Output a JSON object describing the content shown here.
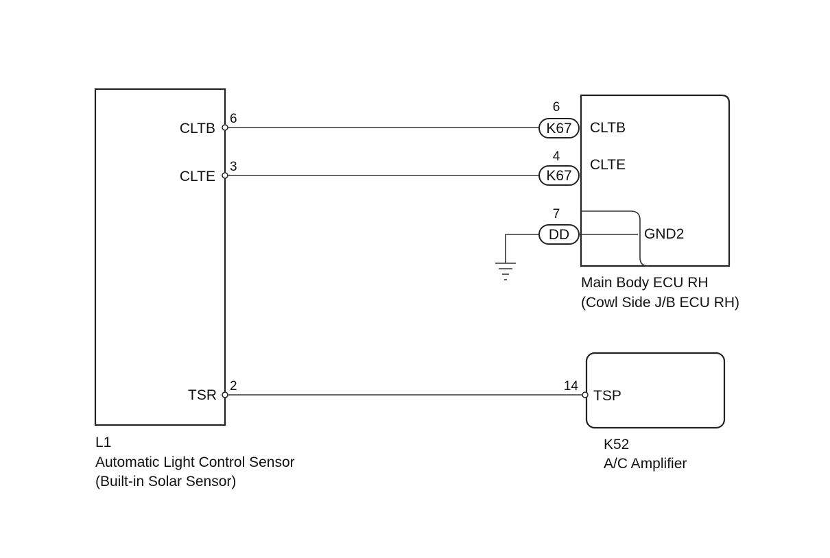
{
  "sensor": {
    "ref": "L1",
    "name": "Automatic Light Control Sensor",
    "sub": "(Built-in Solar Sensor)",
    "pins": [
      {
        "label": "CLTB",
        "num": "6"
      },
      {
        "label": "CLTE",
        "num": "3"
      },
      {
        "label": "TSR",
        "num": "2"
      }
    ]
  },
  "ecu": {
    "name": "Main Body ECU RH",
    "sub": "(Cowl Side J/B ECU RH)",
    "pins": [
      {
        "label": "CLTB",
        "num": "6",
        "connector": "K67"
      },
      {
        "label": "CLTE",
        "num": "4",
        "connector": "K67"
      },
      {
        "label": "GND2",
        "num": "7",
        "connector": "DD"
      }
    ]
  },
  "amplifier": {
    "ref": "K52",
    "name": "A/C Amplifier",
    "pin": {
      "label": "TSP",
      "num": "14"
    }
  }
}
